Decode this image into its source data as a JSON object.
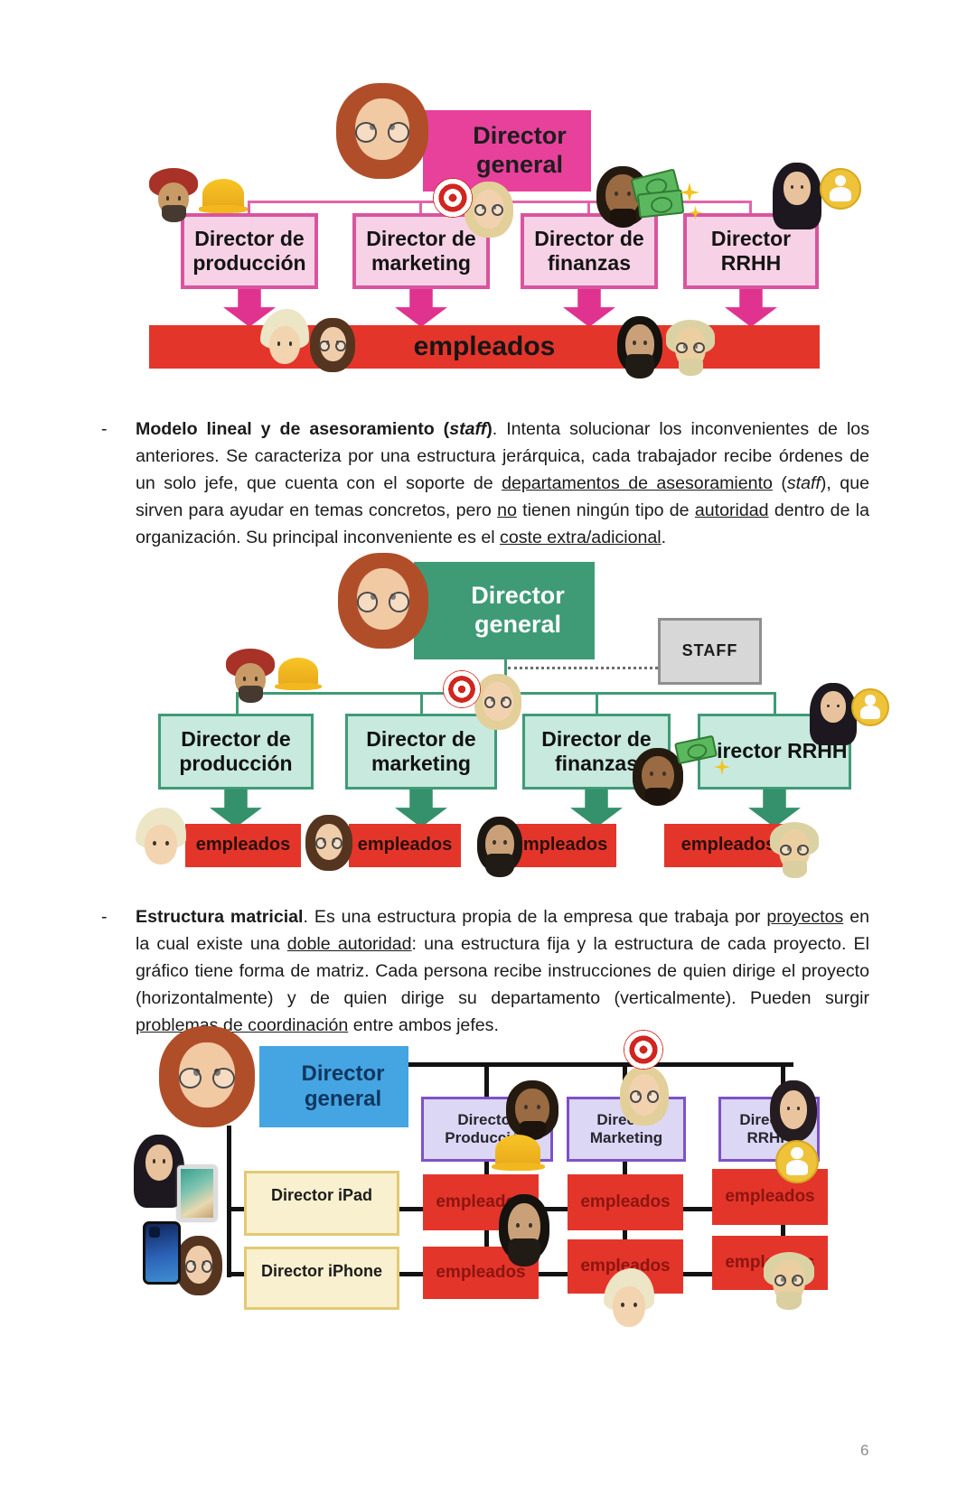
{
  "page": {
    "number": "6",
    "background": "#ffffff"
  },
  "paragraphs": {
    "p1": {
      "bullet": "-",
      "s1": "Modelo lineal y de asesoramiento (",
      "s2": "staff",
      "s3": ")",
      "s4": ". Intenta solucionar los inconvenientes de los anteriores. Se caracteriza por una estructura jerárquica, cada trabajador recibe órdenes de un solo jefe, que cuenta con el soporte de ",
      "s5": "departamentos de asesoramiento",
      "s6": " (",
      "s7": "staff",
      "s8": "), que sirven para ayudar en temas concretos, pero ",
      "s9": "no",
      "s10": " tienen ningún tipo de ",
      "s11": "autoridad",
      "s12": " dentro de la organización. Su principal inconveniente es el ",
      "s13": "coste extra/adicional",
      "s14": "."
    },
    "p2": {
      "bullet": "-",
      "s1": "Estructura matricial",
      "s2": ". Es una estructura propia de la empresa que trabaja por ",
      "s3": "proyectos",
      "s4": " en la cual existe una ",
      "s5": "doble autoridad",
      "s6": ": una estructura fija y la estructura de cada proyecto. El gráfico tiene forma de matriz. Cada persona recibe instrucciones de quien dirige el proyecto (horizontalmente) y de quien dirige su departamento (verticalmente). Pueden surgir ",
      "s7": "problemas de coordinación",
      "s8": " entre ambos jefes."
    }
  },
  "diagram_lineal": {
    "root": "Director general",
    "children": [
      "Director de producción",
      "Director de marketing",
      "Director de finanzas",
      "Director RRHH"
    ],
    "employees_label": "empleados",
    "colors": {
      "root_bg": "#e8419c",
      "child_bg": "#f7d2e6",
      "child_border": "#da549e",
      "arrow": "#e0338f",
      "employees_bg": "#e4352b"
    }
  },
  "diagram_staff": {
    "root": "Director general",
    "staff_label": "STAFF",
    "children": [
      "Director de producción",
      "Director de marketing",
      "Director de finanzas",
      "Director RRHH"
    ],
    "employees": [
      "empleados",
      "empleados",
      "empleados",
      "empleados"
    ],
    "colors": {
      "root_bg": "#3f9b76",
      "child_bg": "#c7e9de",
      "child_border": "#3f9b76",
      "staff_bg": "#d7d7d7",
      "employees_bg": "#e4352b"
    }
  },
  "diagram_matrix": {
    "root": "Director general",
    "columns": [
      "Director Producción",
      "Director Marketing",
      "Director RRHH"
    ],
    "rows": [
      "Director iPad",
      "Director iPhone"
    ],
    "cells": [
      "empleados",
      "empleados",
      "empleados",
      "empleados",
      "empleados",
      "empleados"
    ],
    "colors": {
      "root_bg": "#44a5e2",
      "col_bg": "#dbd7f4",
      "col_border": "#7e52c8",
      "row_bg": "#f9f0cf",
      "row_border": "#e2ca74",
      "cell_bg": "#e4352b",
      "line": "#121212"
    }
  },
  "icons": {
    "lineal": [
      "red-haired-woman-memoji",
      "turban-man-memoji",
      "hard-hat",
      "dartboard",
      "blond-person-glasses-memoji",
      "man-with-money-memoji",
      "banknotes",
      "sparkle",
      "hijab-woman-memoji",
      "people-badge",
      "spiky-blond-man-memoji",
      "brown-haired-woman-glasses-memoji",
      "bearded-man-memoji",
      "elderly-man-glasses-memoji"
    ],
    "staff": [
      "red-haired-woman-memoji",
      "turban-man-memoji",
      "hard-hat",
      "dartboard",
      "blond-person-glasses-memoji",
      "man-with-money-memoji",
      "banknotes",
      "sparkle",
      "hijab-woman-memoji",
      "people-badge",
      "spiky-blond-man-memoji",
      "brown-haired-woman-glasses-memoji",
      "bearded-man-memoji",
      "elderly-man-glasses-memoji"
    ],
    "matrix": [
      "red-haired-woman-memoji",
      "waving-man-memoji",
      "hard-hat",
      "dartboard",
      "blond-person-glasses-memoji",
      "black-haired-woman-memoji",
      "people-badge",
      "hijab-woman-memoji",
      "ipad-photo",
      "iphone-photo",
      "brown-haired-woman-glasses-memoji",
      "bearded-man-memoji",
      "spiky-blond-man-memoji",
      "elderly-man-glasses-memoji"
    ]
  }
}
